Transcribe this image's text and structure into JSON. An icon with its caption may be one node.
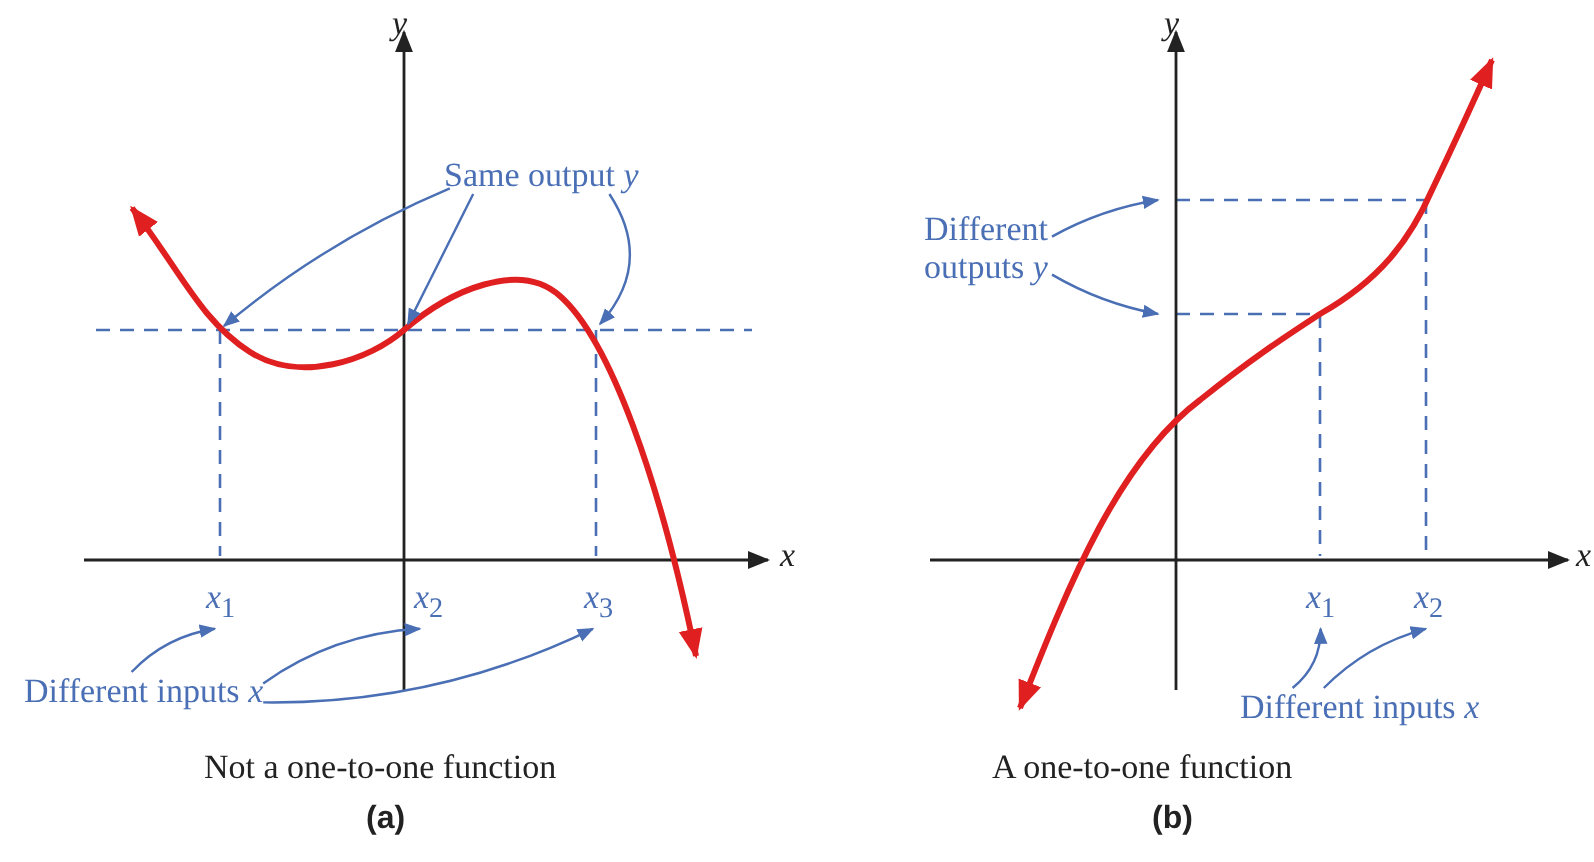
{
  "diagram": {
    "nodes": [
      {
        "text": [
          "Same output *y*"
        ]
      },
      {
        "text": [
          "Different inputs *x*"
        ]
      },
      {
        "text": [
          "*x*$_{1}$"
        ]
      },
      {
        "text": [
          "*x*$_{2}$"
        ]
      },
      {
        "text": [
          "*x*$_{3}$"
        ]
      },
      {
        "text": [
          "Different outputs *y*"
        ]
      },
      {
        "text": [
          "Different inputs *x*"
        ]
      },
      {
        "text": [
          "*x*$_{1}$"
        ]
      },
      {
        "text": [
          "*x*$_{2}$"
        ]
      }
    ],
    "edges": [
      {
        "from": 0,
        "to": null,
        "arrow": "to"
      },
      {
        "from": 0,
        "to": null,
        "arrow": "to"
      },
      {
        "from": 0,
        "to": null,
        "arrow": "to"
      },
      {
        "from": 1,
        "to": 2,
        "arrow": "to"
      },
      {
        "from": 1,
        "to": 3,
        "arrow": "to"
      },
      {
        "from": 1,
        "to": 4,
        "arrow": "to"
      },
      {
        "from": 5,
        "to": null,
        "arrow": "to"
      },
      {
        "from": 5,
        "to": null,
        "arrow": "to"
      },
      {
        "from": 6,
        "to": 7,
        "arrow": "to"
      },
      {
        "from": 6,
        "to": 8,
        "arrow": "to"
      }
    ],
    "labels": [
      "y",
      "x",
      "Not a one-to-one function",
      "(a)",
      "y",
      "x",
      "A one-to-one function",
      "(b)"
    ]
  }
}
